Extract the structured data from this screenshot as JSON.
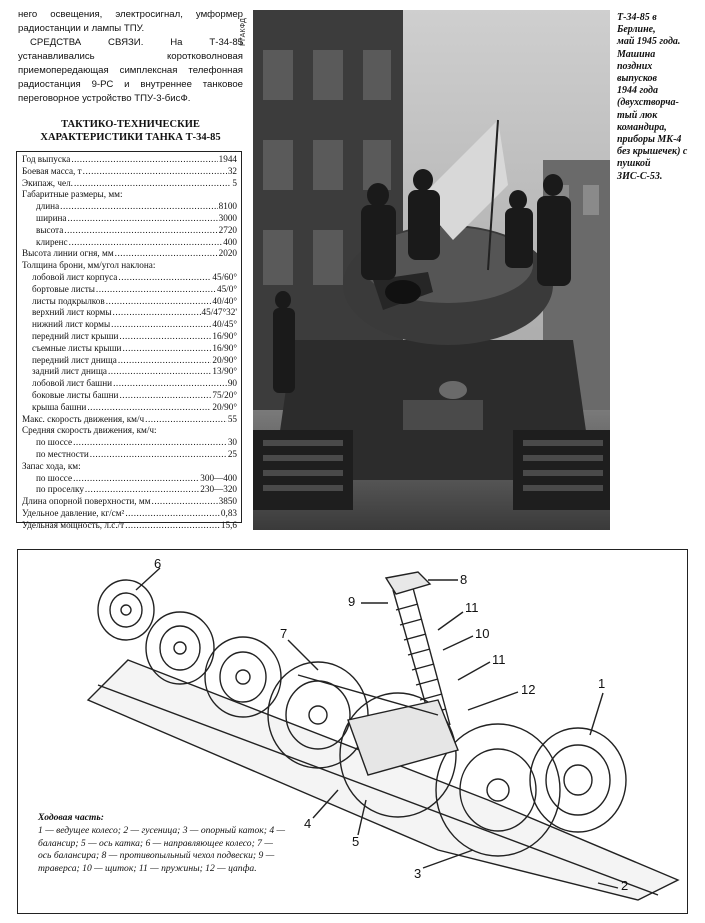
{
  "intro": {
    "p1": "него освещения, электросигнал, умформер радиостанции и лампы ТПУ.",
    "p2": "СРЕДСТВА СВЯЗИ. На Т-34-85 устанавливались коротковолновая приемопередающая симплексная телефонная радиостанция 9-РС и внутреннее танковое переговорное устройство ТПУ-3-бисФ."
  },
  "specs": {
    "title_line1": "ТАКТИКО-ТЕХНИЧЕСКИЕ",
    "title_line2": "ХАРАКТЕРИСТИКИ ТАНКА Т-34-85",
    "rows": [
      {
        "label": "Год выпуска",
        "value": "1944",
        "indent": 0
      },
      {
        "label": "Боевая масса, т",
        "value": "32",
        "indent": 0
      },
      {
        "label": "Экипаж, чел.",
        "value": "5",
        "indent": 0
      },
      {
        "label": "Габаритные размеры, мм:",
        "value": "",
        "indent": 0
      },
      {
        "label": "длина",
        "value": "8100",
        "indent": 1
      },
      {
        "label": "ширина",
        "value": "3000",
        "indent": 1
      },
      {
        "label": "высота",
        "value": "2720",
        "indent": 1
      },
      {
        "label": "клиренс",
        "value": "400",
        "indent": 1
      },
      {
        "label": "Высота линии огня, мм",
        "value": "2020",
        "indent": 0
      },
      {
        "label": "Толщина брони, мм/угол наклона:",
        "value": "",
        "indent": 0
      },
      {
        "label": "лобовой лист корпуса",
        "value": "45/60°",
        "indent": 2
      },
      {
        "label": "бортовые листы",
        "value": "45/0°",
        "indent": 2
      },
      {
        "label": "листы подкрылков",
        "value": "40/40°",
        "indent": 2
      },
      {
        "label": "верхний лист кормы",
        "value": "45/47°32'",
        "indent": 2
      },
      {
        "label": "нижний лист кормы",
        "value": "40/45°",
        "indent": 2
      },
      {
        "label": "передний лист крыши",
        "value": "16/90°",
        "indent": 2
      },
      {
        "label": "съемные листы крыши",
        "value": "16/90°",
        "indent": 2
      },
      {
        "label": "передний лист днища",
        "value": "20/90°",
        "indent": 2
      },
      {
        "label": "задний лист днища",
        "value": "13/90°",
        "indent": 2
      },
      {
        "label": "лобовой лист башни",
        "value": "90",
        "indent": 2
      },
      {
        "label": "боковые листы башни",
        "value": "75/20°",
        "indent": 2
      },
      {
        "label": "крыша башни",
        "value": "20/90°",
        "indent": 2
      },
      {
        "label": "Макс. скорость движения, км/ч",
        "value": "55",
        "indent": 0
      },
      {
        "label": "Средняя скорость движения, км/ч:",
        "value": "",
        "indent": 0
      },
      {
        "label": "по шоссе",
        "value": "30",
        "indent": 1
      },
      {
        "label": "по местности",
        "value": "25",
        "indent": 1
      },
      {
        "label": "Запас хода, км:",
        "value": "",
        "indent": 0
      },
      {
        "label": "по шоссе",
        "value": "300—400",
        "indent": 1
      },
      {
        "label": "по проселку",
        "value": "230—320",
        "indent": 1
      },
      {
        "label": "Длина опорной поверхности, мм",
        "value": "3850",
        "indent": 0
      },
      {
        "label": "Удельное давление, кг/см²",
        "value": "0,83",
        "indent": 0
      },
      {
        "label": "Удельная мощность, л.с./т",
        "value": "15,6",
        "indent": 0
      }
    ]
  },
  "photo": {
    "credit": "РГАКФД",
    "caption": "Т-34-85 в\nБерлине,\nмай 1945 года.\nМашина\nпоздних\nвыпусков\n1944 года\n(двухстворча-\nтый люк\nкомандира,\nприборы МК-4\nбез крышечек) с\nпушкой\nЗИС-С-53."
  },
  "diagram": {
    "legend_title": "Ходовая часть:",
    "legend_text": "1 — ведущее колесо; 2 — гусеница; 3 — опорный каток; 4 — балансир; 5 — ось катка; 6 — направляющее колесо; 7 — ось балансира; 8 — противопыльный чехол подвески; 9 — траверса; 10 — щиток; 11 — пружины; 12 — цапфа.",
    "labels": [
      "6",
      "8",
      "9",
      "11",
      "10",
      "7",
      "11",
      "12",
      "1",
      "4",
      "5",
      "3",
      "2"
    ]
  }
}
